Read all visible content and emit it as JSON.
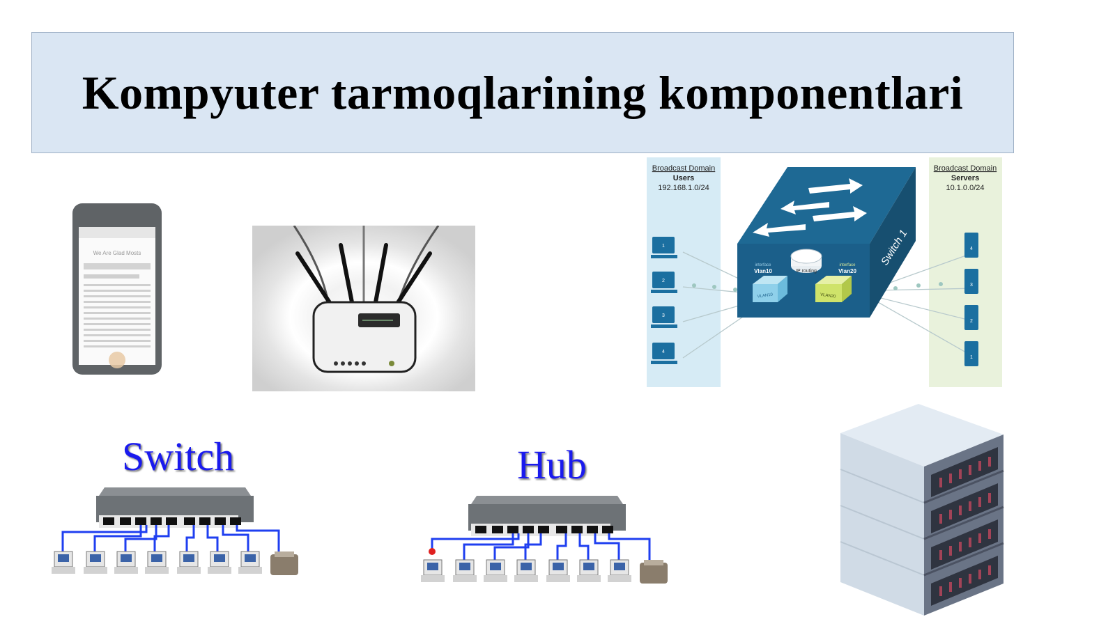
{
  "slide": {
    "title": "Kompyuter tarmoqlarining komponentlari",
    "switch_label": "Switch",
    "hub_label": "Hub"
  },
  "vlan_diagram": {
    "left_domain": {
      "heading": "Broadcast Domain",
      "name": "Users",
      "subnet": "192.168.1.0/24"
    },
    "right_domain": {
      "heading": "Broadcast Domain",
      "name": "Servers",
      "subnet": "10.1.0.0/24"
    },
    "switch_name": "Switch 1",
    "routing_label": "IP routing",
    "left_interface": {
      "label": "interface",
      "vlan": "Vlan10"
    },
    "right_interface": {
      "label": "interface",
      "vlan": "Vlan20"
    },
    "left_cube": "VLAN10",
    "right_cube": "VLAN20",
    "pc_numbers": [
      "1",
      "2",
      "3",
      "4"
    ],
    "server_numbers": [
      "4",
      "3",
      "2",
      "1"
    ]
  },
  "phone_screen": {
    "page_heading": "We Are Glad Mosts"
  },
  "colors": {
    "title_bg": "#dae6f3",
    "label_blue": "#1a1aee",
    "switch_blue": "#1b5f8a",
    "users_panel": "#d6ebf5",
    "servers_panel": "#e9f2dc",
    "cable_blue": "#1f3ff0"
  }
}
